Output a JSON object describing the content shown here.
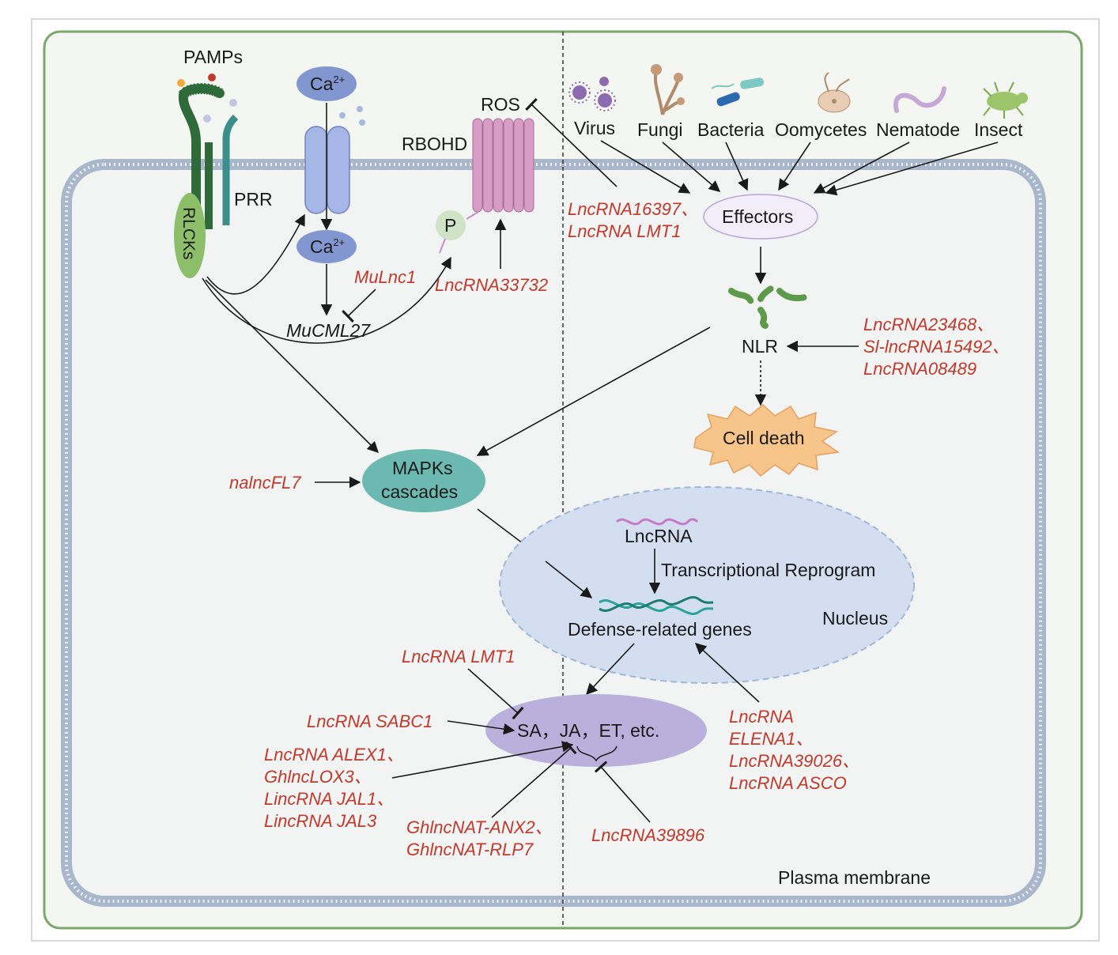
{
  "colors": {
    "cell_wall": "#7aa86a",
    "membrane": "#aab6cc",
    "nucleus_fill": "#d3dff0",
    "lncrna_text": "#c0392b",
    "mapk_fill": "#6bb9b0",
    "hormone_fill": "#b9b1dc",
    "cell_death_fill": "#f7c489"
  },
  "left": {
    "pamps": "PAMPs",
    "prr": "PRR",
    "rlcks": "RLCKs",
    "ca_top": "Ca",
    "ca_top_sup": "2+",
    "ca_bottom": "Ca",
    "ca_bottom_sup": "2+",
    "rbohd": "RBOHD",
    "ros": "ROS",
    "p": "P",
    "mulnc1": "MuLnc1",
    "mucml27": "MuCML27",
    "lnc33732": "LncRNA33732",
    "lnc16397": "LncRNA16397、",
    "lnclmt1_a": "LncRNA LMT1",
    "mapks_1": "MAPKs",
    "mapks_2": "cascades",
    "nalncfl7": "nalncFL7"
  },
  "pathogens": [
    {
      "label": "Virus",
      "icon": "virus-icon"
    },
    {
      "label": "Fungi",
      "icon": "fungi-icon"
    },
    {
      "label": "Bacteria",
      "icon": "bacteria-icon"
    },
    {
      "label": "Oomycetes",
      "icon": "oomycete-icon"
    },
    {
      "label": "Nematode",
      "icon": "nematode-icon"
    },
    {
      "label": "Insect",
      "icon": "insect-icon"
    }
  ],
  "right": {
    "effectors": "Effectors",
    "nlr": "NLR",
    "nlr_lnc_1": "LncRNA23468、",
    "nlr_lnc_2": "Sl-lncRNA15492、",
    "nlr_lnc_3": "LncRNA08489",
    "cell_death": "Cell death"
  },
  "nucleus": {
    "lncrna": "LncRNA",
    "reprogram": "Transcriptional Reprogram",
    "defense": "Defense-related genes",
    "label": "Nucleus"
  },
  "hormones": {
    "label": "SA，JA，ET, etc.",
    "lmt1": "LncRNA LMT1",
    "sabc1": "LncRNA SABC1",
    "alex_1": "LncRNA ALEX1、",
    "alex_2": "GhlncLOX3、",
    "alex_3": "LincRNA JAL1、",
    "alex_4": "LincRNA JAL3",
    "anx_1": "GhlncNAT-ANX2、",
    "anx_2": "GhlncNAT-RLP7",
    "lnc39896": "LncRNA39896",
    "elena_1": "LncRNA",
    "elena_2": "ELENA1、",
    "elena_3": "LncRNA39026、",
    "elena_4": "LncRNA ASCO"
  },
  "plasma_membrane": "Plasma membrane"
}
